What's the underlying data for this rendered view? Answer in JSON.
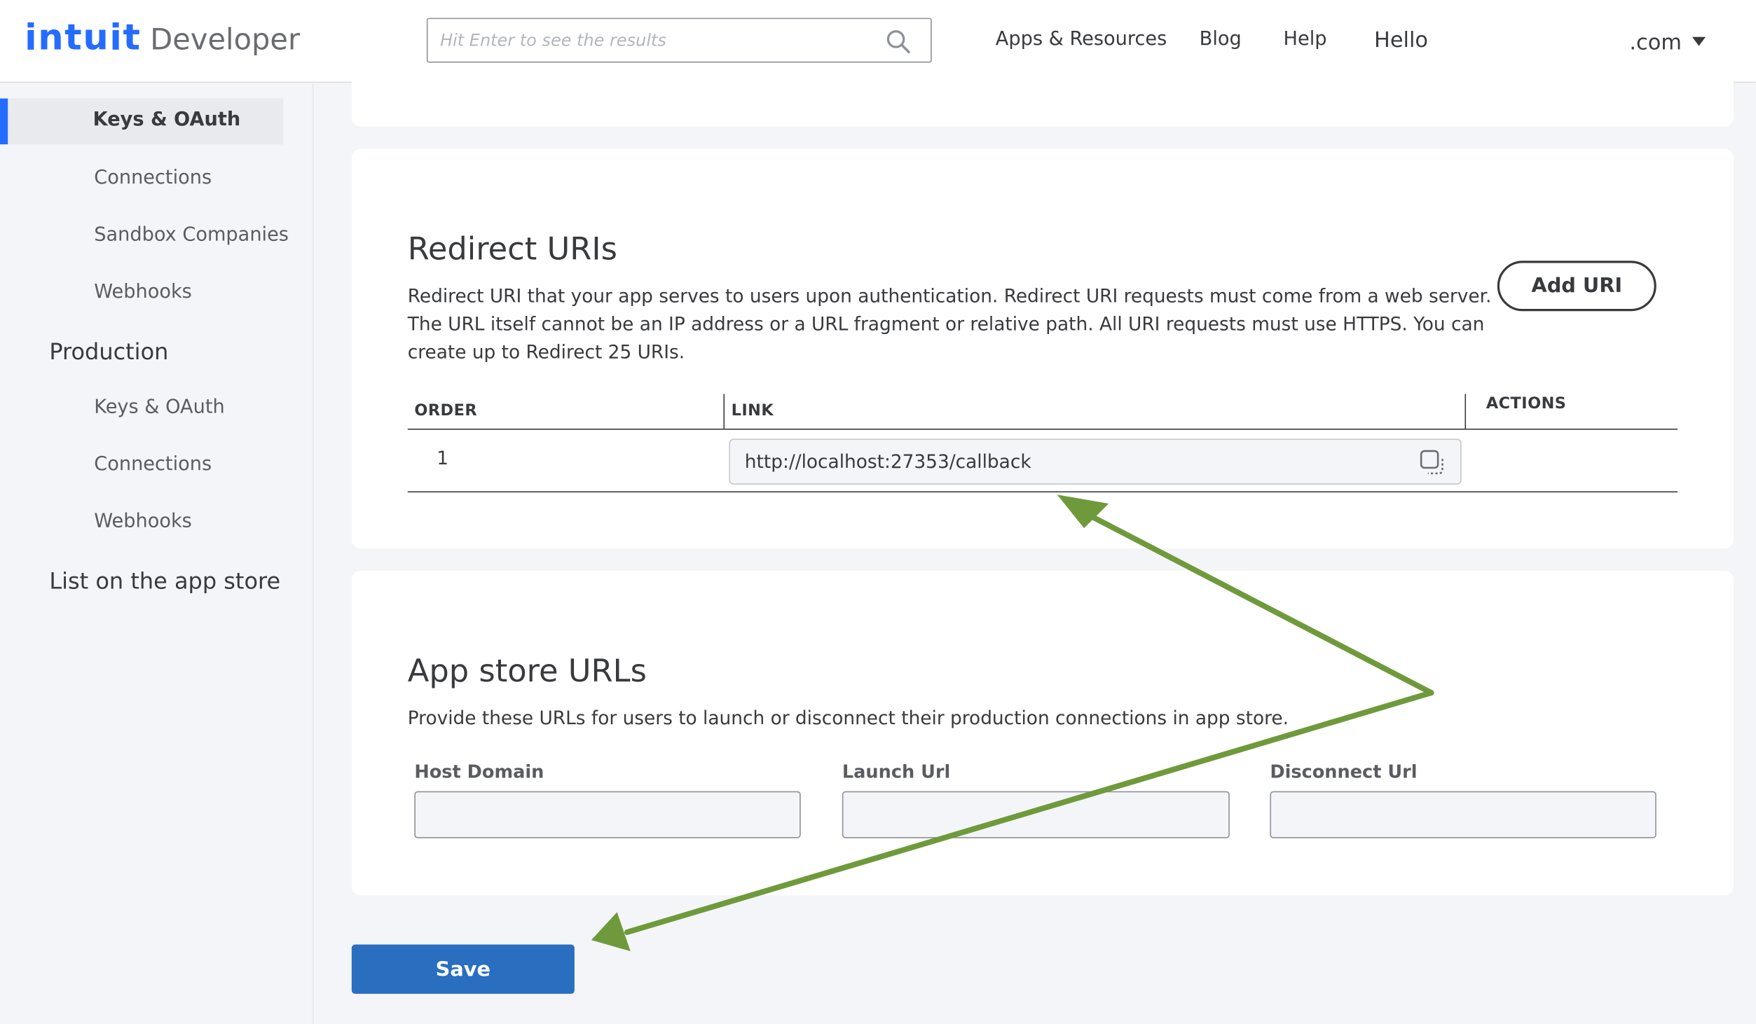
{
  "header": {
    "logo_mark": "intuit",
    "logo_product": "Developer",
    "search": {
      "placeholder": "Hit Enter to see the results",
      "value": ""
    },
    "nav": [
      "Apps & Resources",
      "Blog",
      "Help"
    ],
    "greeting": "Hello",
    "account_domain": ".com"
  },
  "sidebar": {
    "development_items": [
      {
        "label": "Keys & OAuth",
        "active": true
      },
      {
        "label": "Connections"
      },
      {
        "label": "Sandbox Companies"
      },
      {
        "label": "Webhooks"
      }
    ],
    "production_heading": "Production",
    "production_items": [
      {
        "label": "Keys & OAuth"
      },
      {
        "label": "Connections"
      },
      {
        "label": "Webhooks"
      }
    ],
    "app_store_link": "List on the app store"
  },
  "redirect": {
    "title": "Redirect URIs",
    "description_lines": [
      "Redirect URI that your app serves to users upon authentication. Redirect URI requests must come from a web server.",
      "The URL itself cannot be an IP address or a URL fragment or relative path. All URI requests must use HTTPS. You can",
      "create up to Redirect 25 URIs."
    ],
    "add_button": "Add URI",
    "columns": [
      "ORDER",
      "LINK",
      "ACTIONS"
    ],
    "rows": [
      {
        "order": "1",
        "link": "http://localhost:27353/callback"
      }
    ]
  },
  "appstore": {
    "title": "App store URLs",
    "description": "Provide these URLs for users to launch or disconnect their production connections in app store.",
    "fields": [
      {
        "label": "Host Domain",
        "value": ""
      },
      {
        "label": "Launch Url",
        "value": ""
      },
      {
        "label": "Disconnect Url",
        "value": ""
      }
    ]
  },
  "save_label": "Save",
  "colors": {
    "brand_blue": "#236cff",
    "save_blue": "#2a6ec0",
    "annotation_green": "#6f9a3c",
    "text_dark": "#393a3d",
    "page_bg": "#f4f5f8"
  },
  "icons": [
    "search-icon",
    "copy-icon",
    "chevron-down-icon"
  ]
}
